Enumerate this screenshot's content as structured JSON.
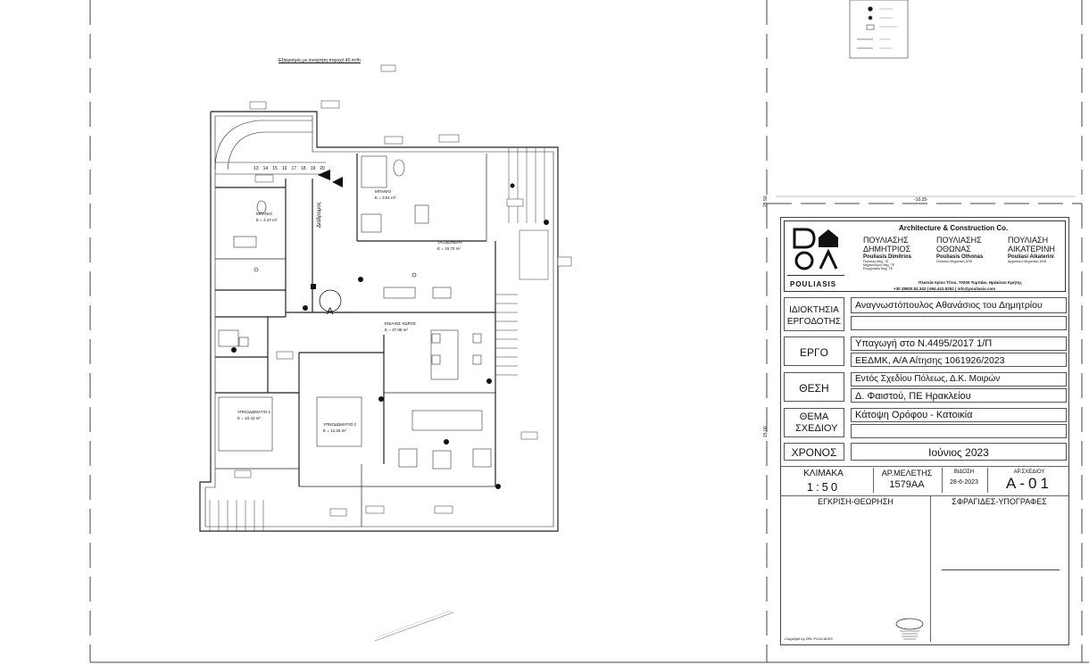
{
  "plan": {
    "note": "Εξαερισμός με ανοιχτήτη παροχή 40 m³/h",
    "corridor_label": "Διάδρομος",
    "section_mark": "A",
    "stair_numbers": [
      "13",
      "14",
      "15",
      "16",
      "17",
      "18",
      "19",
      "20"
    ],
    "rooms": [
      {
        "name": "ΜΠΑΝΙΟ",
        "area": "E = 3.51 m²"
      },
      {
        "name": "ΜΠΑΝΙΟ",
        "area": "E = 4.47 m²"
      },
      {
        "name": "ΤΑΞΙΔΟΝΕΡΑ",
        "area": "E = 16.70 m²"
      },
      {
        "name": "ΕΝΙΑΙΟΣ ΧΩΡΟΣ",
        "area": "E = 37.85 m²"
      },
      {
        "name": "ΥΠΝΟΔΩΜΑΤΙΟ 1",
        "area": "E = 10.42 m²"
      },
      {
        "name": "ΥΠΝΟΔΩΜΑΤΙΟ 2",
        "area": "E = 12.26 m²"
      }
    ]
  },
  "dims": {
    "top": "-10.25-",
    "left_a": "29.50",
    "left_b": "15.00"
  },
  "title_block": {
    "company": "Architecture & Construction Co.",
    "logo_text": "POULIASIS",
    "partners": [
      {
        "gr": "ΠΟΥΛΙΑΣΗΣ ΔΗΜΗΤΡΙΟΣ",
        "en": "Pouliasis Dimitrios",
        "role": "Πολιτικός Μηχ. ΤΕ Μηχανολόγος Μηχ. ΤΕ Ενεργειακός Μηχ. ΤΕ"
      },
      {
        "gr": "ΠΟΥΛΙΑΣΗΣ ΟΘΩΝΑΣ",
        "en": "Pouliasis Othonas",
        "role": "Πολιτικός Μηχανικός ΑΠΘ"
      },
      {
        "gr": "ΠΟΥΛΙΑΣΗ ΑΙΚΑΤΕΡΙΝΗ",
        "en": "Pouliasi Aikaterini",
        "role": "Αρχιτέκτων Μηχανικός ΑΠΘ"
      }
    ],
    "address": "Πλατεία Αγίου Τίτου, 70200 Τυμπάκι, Ηράκλειο Κρήτης",
    "contact": "+30 28920.52.342 | 694.441.5252 | info@pouliasis.com",
    "owner_label": "ΙΔΙΟΚΤΗΣΙΑ ΕΡΓΟΔΟΤΗΣ",
    "owner_value": "Αναγνωστόπουλος Αθανάσιος του Δημητρίου",
    "project_label": "ΕΡΓΟ",
    "project_line1": "Υπαγωγή στο Ν.4495/2017 1/Π",
    "project_line2": "ΕΕΔΜΚ, Α/Α Αίτησης 1061926/2023",
    "location_label": "ΘΕΣΗ",
    "location_line1": "Εντός Σχεδίου Πόλεως, Δ.Κ. Μοιρών",
    "location_line2": "Δ. Φαιστού, ΠΕ Ηρακλείου",
    "subject_label": "ΘΕΜΑ ΣΧΕΔΙΟΥ",
    "subject_value": "Κάτοψη Ορόφου - Κατοικία",
    "time_label": "ΧΡΟΝΟΣ",
    "time_value": "Ιούνιος 2023",
    "scale_label": "ΚΛΙΜΑΚΑ",
    "scale_value": "1:50",
    "study_label": "ΑΡ.ΜΕΛΕΤΗΣ",
    "study_value": "1579ΑΑ",
    "issue_label": "ΒΙΔΟΣΗ",
    "issue_value": "28-6-2023",
    "drawing_label": "ΑΡ.ΣΧΕΔΙΟΥ",
    "drawing_value": "A-01",
    "approval_label": "ΕΓΚΡΙΣΗ-ΘΕΩΡΗΣΗ",
    "stamps_label": "ΣΦΡΑΓΙΔΕΣ-ΥΠΟΓΡΑΦΕΣ",
    "copyright": "Copyright by DRL.POULIASIS"
  }
}
